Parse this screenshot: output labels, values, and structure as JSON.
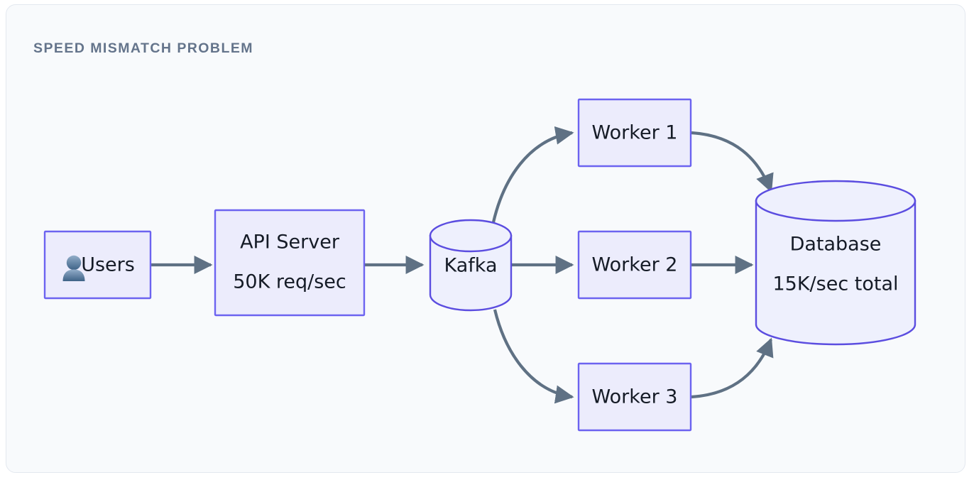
{
  "card": {
    "title": "SPEED MISMATCH PROBLEM",
    "background": "#f8fafc",
    "border_color": "#e3e8ef"
  },
  "theme": {
    "node_fill": "#ececfc",
    "node_stroke": "#6c63f0",
    "cylinder_fill": "#eef0fd",
    "cylinder_stroke": "#5b4de0",
    "edge_color": "#5f7184",
    "text_color": "#151b26",
    "title_color": "#64748b"
  },
  "diagram": {
    "type": "flow",
    "nodes": [
      {
        "id": "users",
        "shape": "rect",
        "icon": "user-icon",
        "icon_glyph": "👤",
        "label": "Users",
        "lines": [
          "Users"
        ]
      },
      {
        "id": "api-server",
        "shape": "rect",
        "label": "API Server",
        "lines": [
          "API Server",
          "50K req/sec"
        ]
      },
      {
        "id": "kafka",
        "shape": "cylinder",
        "label": "Kafka",
        "lines": [
          "Kafka"
        ]
      },
      {
        "id": "worker-1",
        "shape": "rect",
        "label": "Worker 1",
        "lines": [
          "Worker 1"
        ]
      },
      {
        "id": "worker-2",
        "shape": "rect",
        "label": "Worker 2",
        "lines": [
          "Worker 2"
        ]
      },
      {
        "id": "worker-3",
        "shape": "rect",
        "label": "Worker 3",
        "lines": [
          "Worker 3"
        ]
      },
      {
        "id": "database",
        "shape": "cylinder",
        "label": "Database",
        "lines": [
          "Database",
          "15K/sec total"
        ]
      }
    ],
    "edges": [
      {
        "from": "users",
        "to": "api-server",
        "style": "straight",
        "label": ""
      },
      {
        "from": "api-server",
        "to": "kafka",
        "style": "straight",
        "label": ""
      },
      {
        "from": "kafka",
        "to": "worker-1",
        "style": "curved",
        "label": ""
      },
      {
        "from": "kafka",
        "to": "worker-2",
        "style": "straight",
        "label": ""
      },
      {
        "from": "kafka",
        "to": "worker-3",
        "style": "curved",
        "label": ""
      },
      {
        "from": "worker-1",
        "to": "database",
        "style": "curved",
        "label": ""
      },
      {
        "from": "worker-2",
        "to": "database",
        "style": "straight",
        "label": ""
      },
      {
        "from": "worker-3",
        "to": "database",
        "style": "curved",
        "label": ""
      }
    ]
  },
  "labels": {
    "users_text": "Users",
    "api_server_line1": "API Server",
    "api_server_line2": "50K req/sec",
    "kafka_text": "Kafka",
    "worker1_text": "Worker 1",
    "worker2_text": "Worker 2",
    "worker3_text": "Worker 3",
    "database_line1": "Database",
    "database_line2": "15K/sec total",
    "user_icon_glyph": "👤"
  }
}
